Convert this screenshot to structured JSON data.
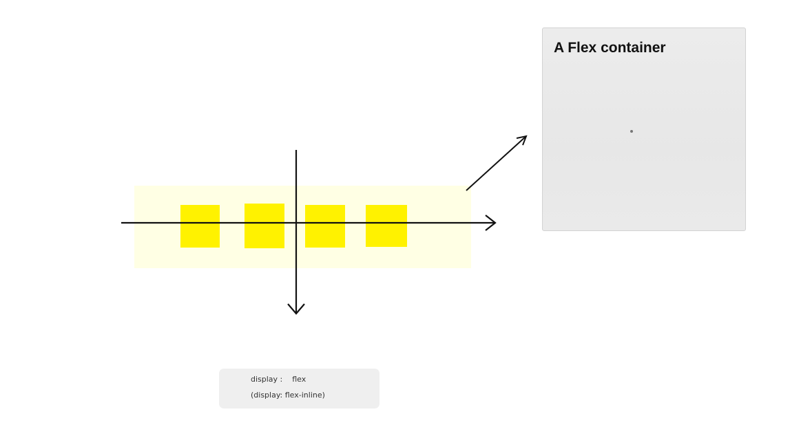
{
  "colors": {
    "container_fill": "#ffffe4",
    "item_fill": "#fff200",
    "axis_stroke": "#111111",
    "panel_fill": "#e9e9e9",
    "code_box_fill": "#efefef"
  },
  "flex_items": [
    {
      "id": "item-1"
    },
    {
      "id": "item-2"
    },
    {
      "id": "item-3"
    },
    {
      "id": "item-4"
    }
  ],
  "axes": {
    "main_axis": "horizontal-arrow-icon",
    "cross_axis": "vertical-arrow-icon"
  },
  "panel": {
    "title": "A Flex container"
  },
  "code": {
    "line1": "display :    flex",
    "line2": "(display: flex-inline)"
  }
}
